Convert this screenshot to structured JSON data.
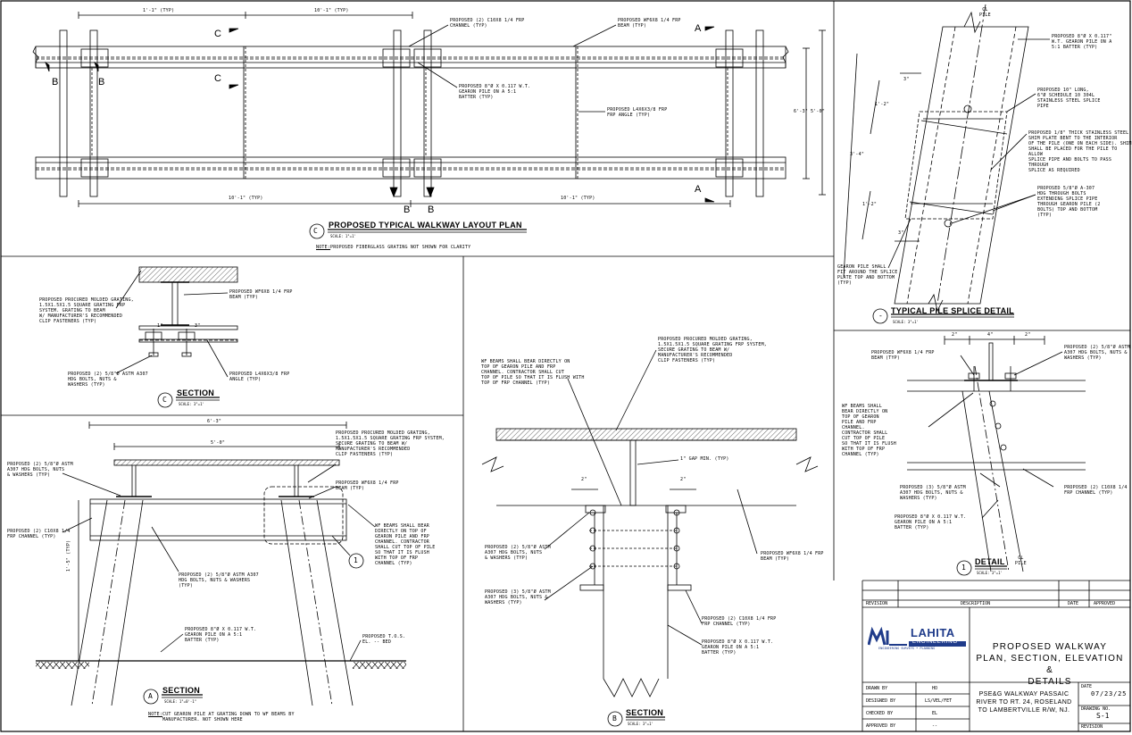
{
  "plan": {
    "title": "PROPOSED TYPICAL WALKWAY LAYOUT PLAN",
    "marker": "C",
    "scale": "SCALE: 1\"=1'",
    "note_label": "NOTE:",
    "note": "PROPOSED FIBERGLASS GRATING NOT SHOWN FOR CLARITY",
    "dim_top_left": "1'-1\" (TYP)",
    "dim_top_mid": "10'-1\" (TYP)",
    "dim_bot_left": "10'-1\" (TYP)",
    "dim_bot_right": "10'-1\" (TYP)",
    "dim_right_1": "6'-3\"",
    "dim_right_2": "5'-0\"",
    "section_c": "C",
    "section_b": "B",
    "section_a": "A",
    "notes": {
      "channel": "PROPOSED (2) C10X8 1/4 FRP\nCHANNEL (TYP)",
      "wf_beam": "PROPOSED WF6X8 1/4 FRP\nBEAM (TYP)",
      "pile": "PROPOSED 8\"Ø X 0.117 W.T.\nGEARON PILE ON A 5:1\nBATTER (TYP)",
      "angle": "PROPOSED L4X6X3/8 FRP\nFRP ANGLE (TYP)"
    }
  },
  "pile_splice": {
    "title": "TYPICAL PILE SPLICE DETAIL",
    "marker": "-",
    "scale": "SCALE: 3\"=1'",
    "cl_top": "CL\nPILE",
    "dims": [
      "3\"",
      "1'-2\"",
      "3'-4\"",
      "1'-2\"",
      "3\""
    ],
    "notes": {
      "pile": "PROPOSED 8\"Ø X 0.117\"\nW.T. GEARON PILE ON A\n5:1 BATTER (TYP)",
      "steel_pipe": "PROPOSED 10\" LONG,\n6\"Ø SCHEDULE 10 304L\nSTAINLESS STEEL SPLICE\nPIPE",
      "shim": "PROPOSED 1/8\" THICK STAINLESS STEEL\nSHIM PLATE BENT TO THE INTERIOR\nOF THE PILE (ONE ON EACH SIDE). SHIM\nSHALL BE PLACED FOR THE PILE TO ALLOW\nSPLICE PIPE AND BOLTS TO PASS THROUGH\nSPLICE AS REQUIRED",
      "bolts": "PROPOSED 5/8\"Ø A-307\nHDG THROUGH BOLTS\nEXTENDING SPLICE PIPE\nTHROUGH GEARON PILE (2\nBOLTS) TOP AND BOTTOM\n(TYP)",
      "gearon": "GEARON PILE SHALL\nFIT AROUND THE SPLICE\nPLATE TOP AND BOTTOM\n(TYP)"
    }
  },
  "section_c": {
    "title": "SECTION",
    "marker": "C",
    "scale": "SCALE: 3\"=1'",
    "dims": [
      "1\"",
      "3\""
    ],
    "notes": {
      "grating": "PROPOSED PROCURED MOLDED GRATING,\n1.5X1.5X1.5 SQUARE GRATING FRP\nSYSTEM. GRATING TO BEAM\nW/ MANUFACTURER'S RECOMMENDED\nCLIP FASTENERS (TYP)",
      "beam": "PROPOSED WF6X8 1/4 FRP\nBEAM (TYP)",
      "bolts": "PROPOSED (2) 5/8\"Ø ASTM A307\nHDG BOLTS, NUTS &\nWASHERS (TYP)",
      "angle": "PROPOSED L4X6X3/8 FRP\nANGLE (TYP)"
    }
  },
  "section_a": {
    "title": "SECTION",
    "marker": "A",
    "scale": "SCALE: 1\"=0'-1\"",
    "note_label": "NOTE:",
    "note": "CUT GEARON PILE AT GRATING DOWN TO WF BEAMS BY\nMANUFACTURER. NOT SHOWN HERE",
    "dim_top": "6'-3\"",
    "dim_inner": "5'-0\"",
    "dim_side": "1'-5\" (TYP)",
    "detail_marker": "1",
    "notes": {
      "bolts_left": "PROPOSED (2) 5/8\"Ø ASTM\nA307 HDG BOLTS, NUTS\n& WASHERS (TYP)",
      "channel": "PROPOSED (2) C10X8 1/4\nFRP CHANNEL (TYP)",
      "grating": "PROPOSED PROCURED MOLDED GRATING,\n1.5X1.5X1.5 SQUARE GRATING FRP SYSTEM,\nSECURE GRATING TO BEAM W/\nMANUFACTURER'S RECOMMENDED\nCLIP FASTENERS (TYP)",
      "beam": "PROPOSED WF6X8 1/4 FRP\nBEAM (TYP)",
      "wf_beam": "WF BEAMS SHALL BEAR\nDIRECTLY ON TOP OF\nGEARON PILE AND FRP\nCHANNEL. CONTRACTOR\nSHALL CUT TOP OF PILE\nSO THAT IT IS FLUSH\nWITH TOP OF FRP\nCHANNEL (TYP)",
      "bolts_mid": "PROPOSED (2) 5/8\"Ø ASTM A307\nHDG BOLTS, NUTS & WASHERS\n(TYP)",
      "pile": "PROPOSED 8\"Ø X 0.117 W.T.\nGEARON PILE ON A 5:1\nBATTER (TYP)",
      "mudline": "PROPOSED T.O.S.\nEL. -- BED"
    }
  },
  "section_b": {
    "title": "SECTION",
    "marker": "B",
    "scale": "SCALE: 3\"=1'",
    "dim_gap": "1\" GAP MIN. (TYP)",
    "dims": [
      "2\"",
      "2\""
    ],
    "notes": {
      "wf_beam": "WF BEAMS SHALL BEAR DIRECTLY ON\nTOP OF GEARON PILE AND FRP\nCHANNEL. CONTRACTOR SHALL CUT\nTOP OF PILE SO THAT IT IS FLUSH WITH\nTOP OF FRP CHANNEL (TYP)",
      "grating": "PROPOSED PROCURED MOLDED GRATING,\n1.5X1.5X1.5 SQUARE GRATING FRP SYSTEM,\nSECURE GRATING TO BEAM W/\nMANUFACTURER'S RECOMMENDED\nCLIP FASTENERS (TYP)",
      "bolts_1": "PROPOSED (2) 5/8\"Ø ASTM\nA307 HDG BOLTS, NUTS\n& WASHERS (TYP)",
      "bolts_2": "PROPOSED (3) 5/8\"Ø ASTM\nA307 HDG BOLTS, NUTS &\nWASHERS (TYP)",
      "beam": "PROPOSED WF6X8 1/4 FRP\nBEAM (TYP)",
      "channel": "PROPOSED (2) C10X8 1/4 FRP\nFRP CHANNEL (TYP)",
      "pile": "PROPOSED 8\"Ø X 0.117 W.T.\nGEARON PILE ON A 5:1\nBATTER (TYP)"
    }
  },
  "detail_1": {
    "title": "DETAIL",
    "marker": "1",
    "scale": "SCALE: 3\"=1'",
    "dims": [
      "2\"",
      "4\"",
      "2\""
    ],
    "cl_bottom": "CL\nPILE",
    "notes": {
      "beam": "PROPOSED WF6X8 1/4 FRP\nBEAM (TYP)",
      "bolts_top": "PROPOSED (2) 5/8\"Ø ASTM\nA307 HDG BOLTS, NUTS &\nWASHERS (TYP)",
      "wf_beam": "WF BEAMS SHALL\nBEAR DIRECTLY ON\nTOP OF GEARON\nPILE AND FRP\nCHANNEL.\nCONTRACTOR SHALL\nCUT TOP OF PILE\nSO THAT IT IS FLUSH\nWITH TOP OF FRP\nCHANNEL (TYP)",
      "bolts_low": "PROPOSED (3) 5/8\"Ø ASTM\nA307 HDG BOLTS, NUTS &\nWASHERS (TYP)",
      "channel": "PROPOSED (2) C10X8 1/4\nFRP CHANNEL (TYP)",
      "pile": "PROPOSED 8\"Ø X 0.117 W.T.\nGEARON PILE ON A 5:1\nBATTER (TYP)"
    }
  },
  "title_block": {
    "rev_headers": [
      "REVISION",
      "DESCRIPTION",
      "DATE",
      "APPROVED"
    ],
    "company": "LAHITA",
    "company_sub": "ENGINEERING",
    "company_line": "ENGINEERING SURVEYS • PLANNING",
    "project_title": "PROPOSED WALKWAY\nPLAN, SECTION, ELEVATION &\nDETAILS",
    "project_name": "PSE&G WALKWAY PASSAIC\nRIVER TO RT. 24, ROSELAND\nTO LAMBERTVILLE R/W, NJ.",
    "drawn_by_label": "DRAWN BY",
    "drawn_by": "HO",
    "designed_by_label": "DESIGNED BY",
    "designed_by": "LS/VEL/FET",
    "checked_by_label": "CHECKED BY",
    "checked_by": "EL",
    "approved_by_label": "APPROVED BY",
    "approved_by": "--",
    "date_label": "DATE",
    "date": "07/23/25",
    "drawing_no_label": "DRAWING NO.",
    "drawing_no": "S-1",
    "revision_label": "REVISION"
  }
}
